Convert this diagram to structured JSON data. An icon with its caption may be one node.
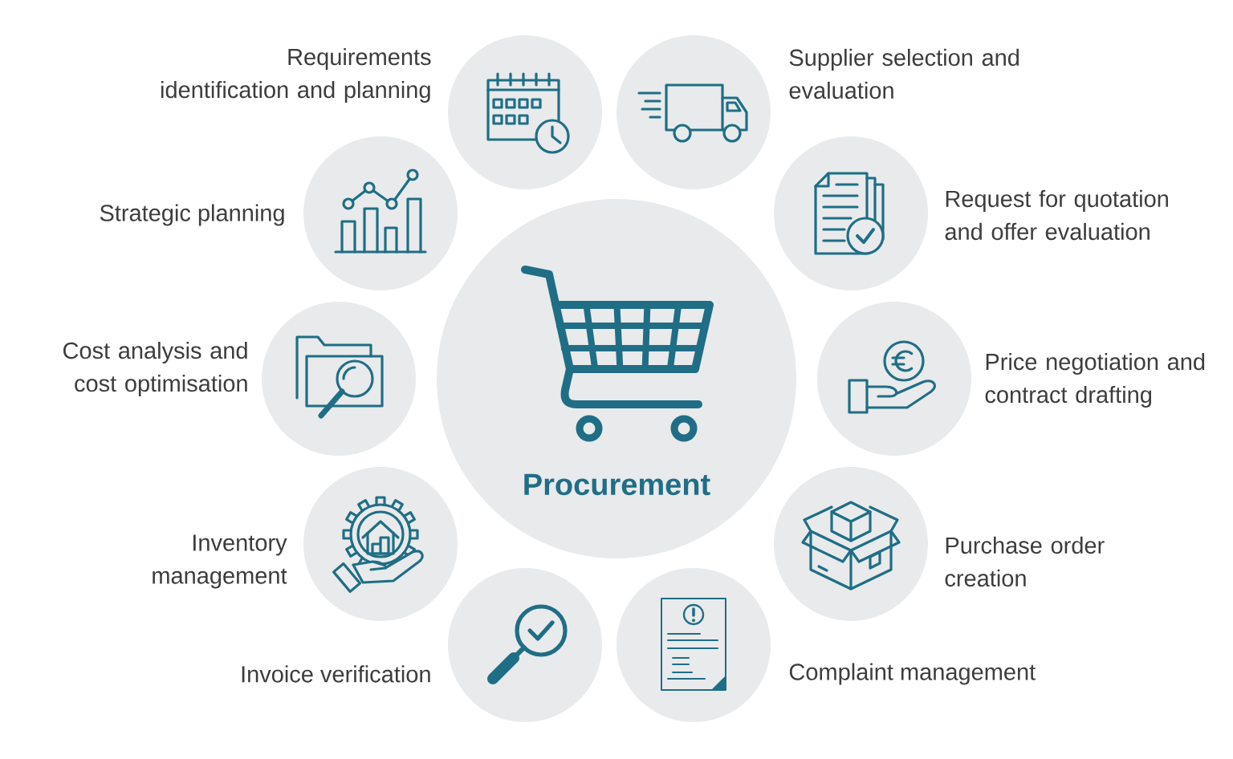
{
  "diagram": {
    "nodes": [
      {
        "text": [
          "Procurement"
        ]
      },
      {
        "text": [],
        "shape": "circle",
        "beside": [
          "Requirements identification and planning"
        ]
      },
      {
        "text": [],
        "shape": "circle",
        "beside": [
          "Supplier selection and evaluation"
        ]
      },
      {
        "text": [],
        "shape": "circle",
        "beside": [
          "Strategic planning"
        ]
      },
      {
        "text": [],
        "shape": "circle",
        "beside": [
          "Request for quotation and offer evaluation"
        ]
      },
      {
        "text": [],
        "shape": "circle",
        "beside": [
          "Cost analysis and cost optimisation"
        ]
      },
      {
        "text": [],
        "shape": "circle",
        "beside": [
          "Price negotiation and contract drafting"
        ]
      },
      {
        "text": [],
        "shape": "circle",
        "beside": [
          "Inventory management"
        ]
      },
      {
        "text": [],
        "shape": "circle",
        "beside": [
          "Purchase order creation"
        ]
      },
      {
        "text": [],
        "shape": "circle",
        "beside": [
          "Invoice verification"
        ]
      },
      {
        "text": [],
        "shape": "circle",
        "beside": [
          "Complaint management"
        ]
      }
    ]
  }
}
